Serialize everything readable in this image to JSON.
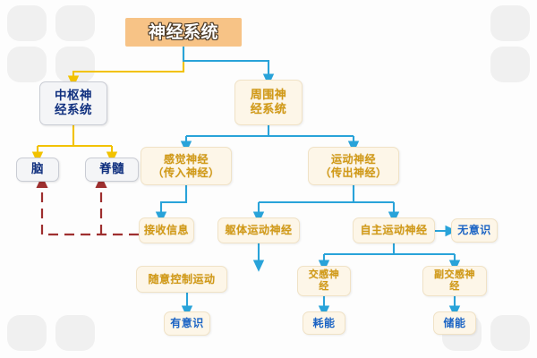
{
  "diagram": {
    "title": "神经系统",
    "colors": {
      "title_bg": "#f7c386",
      "yellow_connector": "#f2c200",
      "blue_connector": "#29a3d9",
      "red_dashed_connector": "#9e2f2f",
      "navy_text": "#10307f",
      "gold_text": "#d19a18",
      "blue_text": "#1a63c4",
      "cream_box": "#fdf6e8",
      "grey_box": "#f4f5f7"
    },
    "nodes": {
      "root": "神经系统",
      "cns": "中枢神\n经系统",
      "pns": "周围神\n经系统",
      "brain": "脑",
      "spinal_cord": "脊髓",
      "sensory_nerve": "感觉神经\n（传入神经）",
      "motor_nerve": "运动神经\n（传出神经）",
      "receive_info": "接收信息",
      "somatic_motor": "躯体运动神经",
      "autonomic_motor": "自主运动神经",
      "unconscious": "无意识",
      "voluntary_control": "随意控制运动",
      "conscious": "有意识",
      "sympathetic": "交感神\n经",
      "parasympathetic": "副交感神\n经",
      "energy_consume": "耗能",
      "energy_store": "储能"
    },
    "edges": [
      {
        "from": "神经系统",
        "to": "中枢神经系统",
        "style": "yellow-elbow"
      },
      {
        "from": "神经系统",
        "to": "周围神经系统",
        "style": "blue-elbow"
      },
      {
        "from": "中枢神经系统",
        "to": "脑",
        "style": "yellow-split"
      },
      {
        "from": "中枢神经系统",
        "to": "脊髓",
        "style": "yellow-split"
      },
      {
        "from": "周围神经系统",
        "to": "感觉神经（传入神经）",
        "style": "blue-split"
      },
      {
        "from": "周围神经系统",
        "to": "运动神经（传出神经）",
        "style": "blue-split"
      },
      {
        "from": "感觉神经（传入神经）",
        "to": "接收信息",
        "style": "blue-elbow"
      },
      {
        "from": "运动神经（传出神经）",
        "to": "躯体运动神经",
        "style": "blue-split"
      },
      {
        "from": "运动神经（传出神经）",
        "to": "自主运动神经",
        "style": "blue-split"
      },
      {
        "from": "自主运动神经",
        "to": "无意识",
        "style": "blue-horizontal"
      },
      {
        "from": "躯体运动神经",
        "to": "随意控制运动",
        "style": "blue-straight"
      },
      {
        "from": "随意控制运动",
        "to": "有意识",
        "style": "blue-straight"
      },
      {
        "from": "自主运动神经",
        "to": "交感神经",
        "style": "blue-split"
      },
      {
        "from": "自主运动神经",
        "to": "副交感神经",
        "style": "blue-split"
      },
      {
        "from": "交感神经",
        "to": "耗能",
        "style": "blue-straight"
      },
      {
        "from": "副交感神经",
        "to": "储能",
        "style": "blue-straight"
      },
      {
        "from": "接收信息",
        "to": "脑",
        "style": "red-dashed"
      },
      {
        "from": "接收信息",
        "to": "脊髓",
        "style": "red-dashed"
      }
    ]
  }
}
